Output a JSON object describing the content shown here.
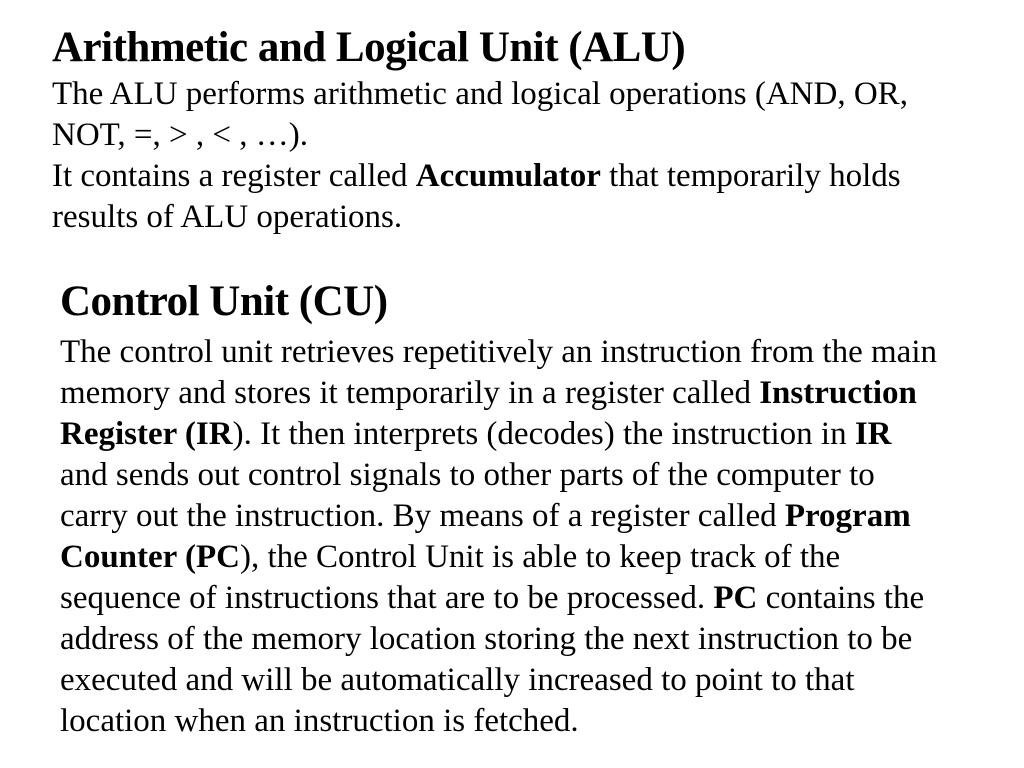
{
  "slide": {
    "colors": {
      "background": "#ffffff",
      "text": "#000000"
    },
    "sections": [
      {
        "name": "alu-section",
        "heading": "Arithmetic and Logical Unit (ALU)",
        "lines": [
          [
            {
              "t": "The ALU performs arithmetic and logical operations (AND, OR,"
            }
          ],
          [
            {
              "t": "NOT, =, > , < , …)."
            }
          ],
          [
            {
              "t": "It contains a register called "
            },
            {
              "t": "Accumulator",
              "b": true
            },
            {
              "t": " that temporarily holds"
            }
          ],
          [
            {
              "t": "results of ALU operations."
            }
          ]
        ]
      },
      {
        "name": "cu-section",
        "heading": "Control Unit (CU)",
        "lines": [
          [
            {
              "t": "The control unit retrieves repetitively an instruction from the main"
            }
          ],
          [
            {
              "t": "memory and stores it temporarily in a register called "
            },
            {
              "t": "Instruction",
              "b": true
            }
          ],
          [
            {
              "t": "Register (IR",
              "b": true
            },
            {
              "t": "). It then interprets (decodes) the instruction in "
            },
            {
              "t": "IR",
              "b": true
            }
          ],
          [
            {
              "t": "and sends out control signals to other parts of the computer to"
            }
          ],
          [
            {
              "t": "carry out the instruction. By means of a register called "
            },
            {
              "t": "Program",
              "b": true
            }
          ],
          [
            {
              "t": "Counter (PC",
              "b": true
            },
            {
              "t": "), the Control Unit is able to keep track of the"
            }
          ],
          [
            {
              "t": "sequence of instructions that are to be processed. "
            },
            {
              "t": "PC",
              "b": true
            },
            {
              "t": " contains the"
            }
          ],
          [
            {
              "t": "address of the memory location storing the next instruction to be"
            }
          ],
          [
            {
              "t": "executed and will be automatically increased to point to that"
            }
          ],
          [
            {
              "t": "location when an instruction is fetched."
            }
          ]
        ]
      }
    ]
  }
}
